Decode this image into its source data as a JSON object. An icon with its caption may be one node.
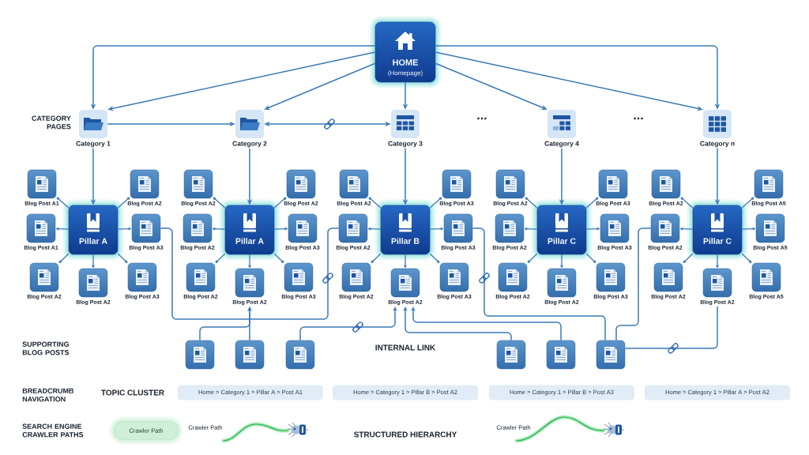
{
  "diagram": {
    "nodes": [
      {
        "text": [
          "HOME",
          "(Homepage)"
        ]
      },
      {
        "text": [
          "Category 1"
        ]
      },
      {
        "text": [
          "Category 2"
        ]
      },
      {
        "text": [
          "Category 3"
        ]
      },
      {
        "text": [
          "Category 4"
        ]
      },
      {
        "text": [
          "Category n"
        ]
      },
      {
        "text": [
          "Pillar A"
        ]
      },
      {
        "text": [
          "Blog Post A1"
        ]
      },
      {
        "text": [
          "Blog Post A2"
        ]
      },
      {
        "text": [
          "Blog Post A1"
        ]
      },
      {
        "text": [
          "Blog Post A3"
        ]
      },
      {
        "text": [
          "Blog Post A2"
        ]
      },
      {
        "text": [
          "Blog Post A2"
        ]
      },
      {
        "text": [
          "Blog Post A3"
        ]
      },
      {
        "text": [
          "Pillar A"
        ]
      },
      {
        "text": [
          "Blog Post A2"
        ]
      },
      {
        "text": [
          "Blog Post A2"
        ]
      },
      {
        "text": [
          "Blog Post A2"
        ]
      },
      {
        "text": [
          "Blog Post A3"
        ]
      },
      {
        "text": [
          "Blog Post A2"
        ]
      },
      {
        "text": [
          "Blog Post A2"
        ]
      },
      {
        "text": [
          "Blog Post A3"
        ]
      },
      {
        "text": [
          "Pillar B"
        ]
      },
      {
        "text": [
          "Blog Post A2"
        ]
      },
      {
        "text": [
          "Blog Post A3"
        ]
      },
      {
        "text": [
          "Blog Post A2"
        ]
      },
      {
        "text": [
          "Blog Post A3"
        ]
      },
      {
        "text": [
          "Blog Post A2"
        ]
      },
      {
        "text": [
          "Blog Post A2"
        ]
      },
      {
        "text": [
          "Blog Post A3"
        ]
      },
      {
        "text": [
          "Pillar C"
        ]
      },
      {
        "text": [
          "Blog Post A2"
        ]
      },
      {
        "text": [
          "Blog Post A3"
        ]
      },
      {
        "text": [
          "Blog Post A2"
        ]
      },
      {
        "text": [
          "Blog Post A3"
        ]
      },
      {
        "text": [
          "Blog Post A2"
        ]
      },
      {
        "text": [
          "Blog Post A2"
        ]
      },
      {
        "text": [
          "Blog Post A3"
        ]
      },
      {
        "text": [
          "Pillar C"
        ]
      },
      {
        "text": [
          "Blog Post A2"
        ]
      },
      {
        "text": [
          "Blog Post A5"
        ]
      },
      {
        "text": [
          "Blog Post A2"
        ]
      },
      {
        "text": [
          "Blog Post A5"
        ]
      },
      {
        "text": [
          "Blog Post A2"
        ]
      },
      {
        "text": [
          "Blog Post A2"
        ]
      },
      {
        "text": [
          "Blog Post A5"
        ]
      },
      {
        "text": [],
        "shape": "box"
      },
      {
        "text": [],
        "shape": "box"
      },
      {
        "text": [],
        "shape": "box"
      },
      {
        "text": [],
        "shape": "box"
      },
      {
        "text": [],
        "shape": "box"
      },
      {
        "text": [],
        "shape": "box"
      },
      {
        "text": [
          "Home > Category 1 > Pillar A > Post A1"
        ]
      },
      {
        "text": [
          "Home > Category 1 > Pillar B > Post A2"
        ]
      },
      {
        "text": [
          "Home > Category 1 > Pillar B > Post A3"
        ]
      },
      {
        "text": [
          "Home > Category 1 > Pillar A > Post A2"
        ]
      },
      {
        "text": [
          "Crawler Path"
        ]
      }
    ],
    "edges": [
      {
        "from": 0,
        "to": 1,
        "arrow": "to"
      },
      {
        "from": 0,
        "to": 1,
        "arrow": "to"
      },
      {
        "from": 0,
        "to": 2,
        "arrow": "to"
      },
      {
        "from": 0,
        "to": 3,
        "arrow": "to"
      },
      {
        "from": 0,
        "to": 4,
        "arrow": "to"
      },
      {
        "from": 0,
        "to": 5,
        "arrow": "to"
      },
      {
        "from": 0,
        "to": 5,
        "arrow": "to"
      },
      {
        "from": 1,
        "to": 2,
        "arrow": "to"
      },
      {
        "from": 2,
        "to": 3,
        "arrow": "both"
      },
      {
        "from": 1,
        "to": 6,
        "arrow": "to"
      },
      {
        "from": 2,
        "to": 14,
        "arrow": "to"
      },
      {
        "from": 3,
        "to": 22,
        "arrow": "to"
      },
      {
        "from": 4,
        "to": 30,
        "arrow": "to"
      },
      {
        "from": 5,
        "to": 38,
        "arrow": "to"
      },
      {
        "from": 6,
        "to": 7,
        "arrow": "to"
      },
      {
        "from": 6,
        "to": 8,
        "arrow": "to"
      },
      {
        "from": 6,
        "to": 9,
        "arrow": "to"
      },
      {
        "from": 6,
        "to": 10,
        "arrow": "to"
      },
      {
        "from": 6,
        "to": 11,
        "arrow": "to"
      },
      {
        "from": 6,
        "to": 12,
        "arrow": "to"
      },
      {
        "from": 6,
        "to": 13,
        "arrow": "to"
      },
      {
        "from": 14,
        "to": 15,
        "arrow": "to"
      },
      {
        "from": 14,
        "to": 16,
        "arrow": "to"
      },
      {
        "from": 14,
        "to": 17,
        "arrow": "to"
      },
      {
        "from": 14,
        "to": 18,
        "arrow": "to"
      },
      {
        "from": 14,
        "to": 19,
        "arrow": "to"
      },
      {
        "from": 14,
        "to": 20,
        "arrow": "to"
      },
      {
        "from": 14,
        "to": 21,
        "arrow": "to"
      },
      {
        "from": 22,
        "to": 23,
        "arrow": "to"
      },
      {
        "from": 22,
        "to": 24,
        "arrow": "to"
      },
      {
        "from": 22,
        "to": 25,
        "arrow": "to"
      },
      {
        "from": 22,
        "to": 26,
        "arrow": "to"
      },
      {
        "from": 22,
        "to": 27,
        "arrow": "to"
      },
      {
        "from": 22,
        "to": 28,
        "arrow": "to"
      },
      {
        "from": 22,
        "to": 29,
        "arrow": "to"
      },
      {
        "from": 30,
        "to": 31,
        "arrow": "to"
      },
      {
        "from": 30,
        "to": 32,
        "arrow": "to"
      },
      {
        "from": 30,
        "to": 33,
        "arrow": "to"
      },
      {
        "from": 30,
        "to": 34,
        "arrow": "to"
      },
      {
        "from": 30,
        "to": 35,
        "arrow": "to"
      },
      {
        "from": 30,
        "to": 36,
        "arrow": "to"
      },
      {
        "from": 30,
        "to": 37,
        "arrow": "to"
      },
      {
        "from": 38,
        "to": 39,
        "arrow": "to"
      },
      {
        "from": 38,
        "to": 40,
        "arrow": "to"
      },
      {
        "from": 38,
        "to": 41,
        "arrow": "to"
      },
      {
        "from": 38,
        "to": 42,
        "arrow": "to"
      },
      {
        "from": 38,
        "to": 43,
        "arrow": "to"
      },
      {
        "from": 38,
        "to": 44,
        "arrow": "to"
      },
      {
        "from": 38,
        "to": 45,
        "arrow": "to"
      },
      {
        "from": 10,
        "to": 25,
        "arrow": "none"
      },
      {
        "from": 46,
        "to": 20,
        "arrow": "to"
      },
      {
        "from": 47,
        "to": 20,
        "arrow": "to"
      },
      {
        "from": 48,
        "to": 28,
        "arrow": "to"
      },
      {
        "from": 49,
        "to": 28,
        "arrow": "to"
      },
      {
        "from": 50,
        "to": 28,
        "arrow": "to"
      },
      {
        "from": 26,
        "to": 51,
        "arrow": "none"
      },
      {
        "from": 41,
        "to": 51,
        "arrow": "none"
      },
      {
        "from": 51,
        "to": 44,
        "arrow": "none"
      }
    ],
    "labels": [
      "CATEGORY PAGES",
      "...",
      "...",
      "SUPPORTING BLOG POSTS",
      "INTERNAL LINK",
      "BREADCRUMB NAVIGATION",
      "TOPIC CLUSTER",
      "SEARCH ENGINE CRAWLER PATHS",
      "Crawler Path",
      "STRUCTURED HIERARCHY",
      "Crawler Path"
    ]
  }
}
